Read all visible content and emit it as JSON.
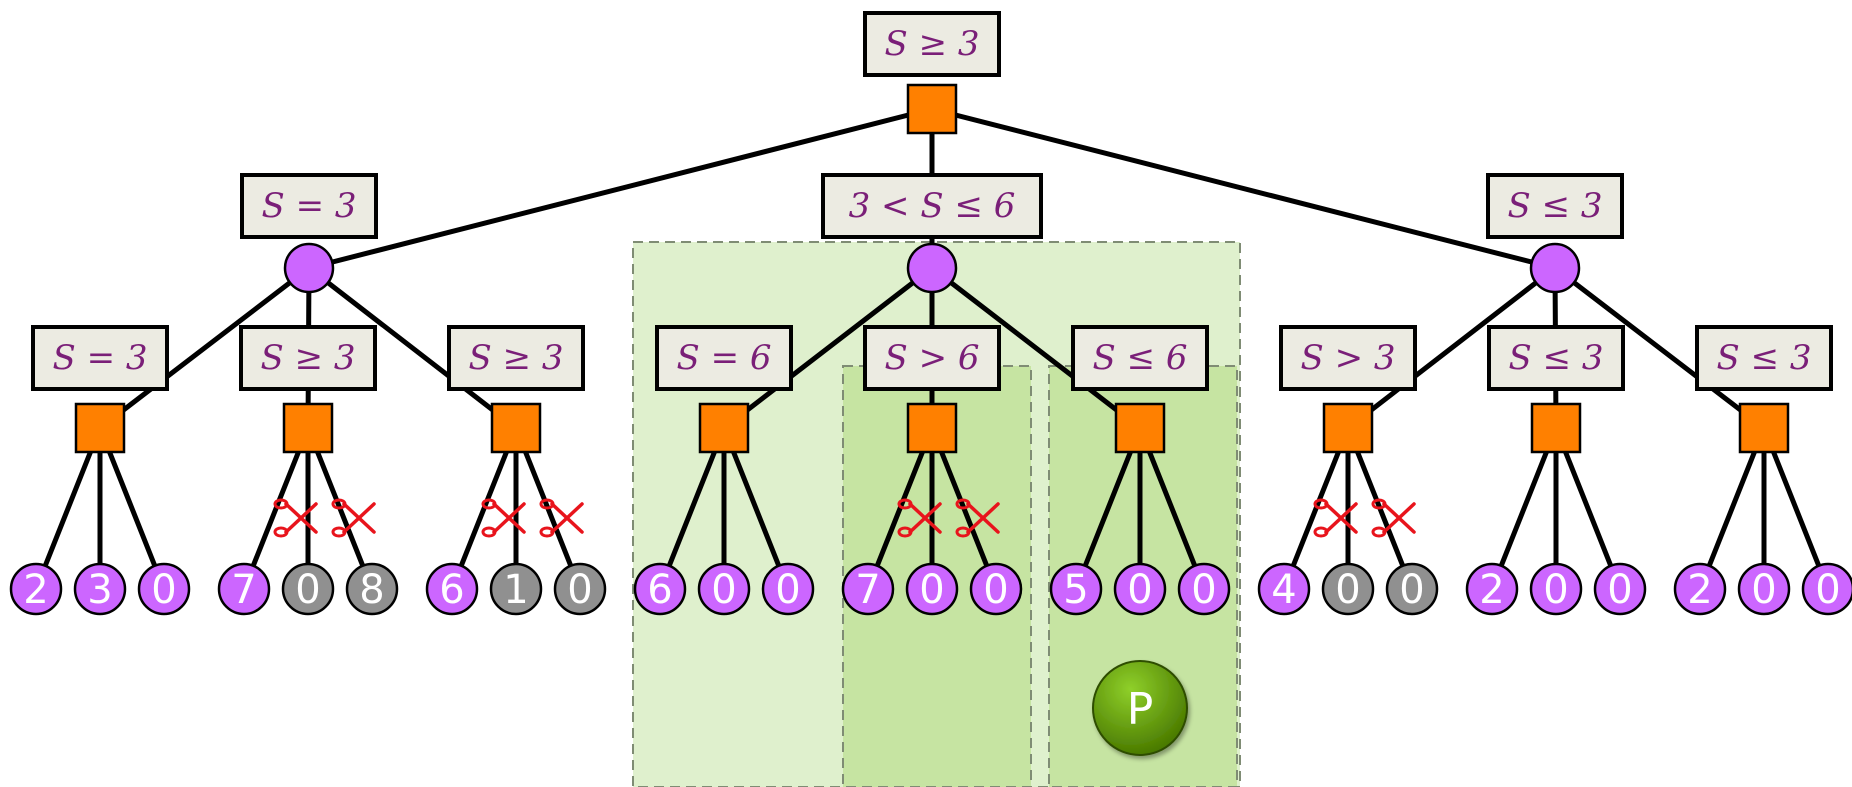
{
  "colors": {
    "edge": "#000000",
    "label_box_fill": "#ecebe2",
    "label_text": "#7a1f78",
    "max_node": "#ff8000",
    "chance_node": "#cc66ff",
    "leaf_active": "#cc66ff",
    "leaf_pruned": "#909090",
    "cut_mark": "#e8141c",
    "region_outer": "#dff0cd",
    "region_inner": "#c6e4a2",
    "region_border": "#7f8c74",
    "player_badge": "#5e9a00"
  },
  "root": {
    "label": "S ≥ 3"
  },
  "level1": [
    {
      "label": "S = 3"
    },
    {
      "label": "3 < S ≤ 6"
    },
    {
      "label": "S ≤ 3"
    }
  ],
  "level2": [
    {
      "label": "S = 3",
      "leaves": [
        {
          "v": "2",
          "pruned": false
        },
        {
          "v": "3",
          "pruned": false
        },
        {
          "v": "0",
          "pruned": false
        }
      ],
      "cut": false
    },
    {
      "label": "S ≥ 3",
      "leaves": [
        {
          "v": "7",
          "pruned": false
        },
        {
          "v": "0",
          "pruned": true
        },
        {
          "v": "8",
          "pruned": true
        }
      ],
      "cut": true
    },
    {
      "label": "S ≥ 3",
      "leaves": [
        {
          "v": "6",
          "pruned": false
        },
        {
          "v": "1",
          "pruned": true
        },
        {
          "v": "0",
          "pruned": true
        }
      ],
      "cut": true
    },
    {
      "label": "S = 6",
      "leaves": [
        {
          "v": "6",
          "pruned": false
        },
        {
          "v": "0",
          "pruned": false
        },
        {
          "v": "0",
          "pruned": false
        }
      ],
      "cut": false
    },
    {
      "label": "S > 6",
      "leaves": [
        {
          "v": "7",
          "pruned": false
        },
        {
          "v": "0",
          "pruned": false
        },
        {
          "v": "0",
          "pruned": false
        }
      ],
      "cut": true
    },
    {
      "label": "S ≤ 6",
      "leaves": [
        {
          "v": "5",
          "pruned": false
        },
        {
          "v": "0",
          "pruned": false
        },
        {
          "v": "0",
          "pruned": false
        }
      ],
      "cut": false
    },
    {
      "label": "S > 3",
      "leaves": [
        {
          "v": "4",
          "pruned": false
        },
        {
          "v": "0",
          "pruned": true
        },
        {
          "v": "0",
          "pruned": true
        }
      ],
      "cut": true
    },
    {
      "label": "S ≤ 3",
      "leaves": [
        {
          "v": "2",
          "pruned": false
        },
        {
          "v": "0",
          "pruned": false
        },
        {
          "v": "0",
          "pruned": false
        }
      ],
      "cut": false
    },
    {
      "label": "S ≤ 3",
      "leaves": [
        {
          "v": "2",
          "pruned": false
        },
        {
          "v": "0",
          "pruned": false
        },
        {
          "v": "0",
          "pruned": false
        }
      ],
      "cut": false
    }
  ],
  "player_badge": {
    "label": "P"
  },
  "cut_icon": "scissors-icon"
}
